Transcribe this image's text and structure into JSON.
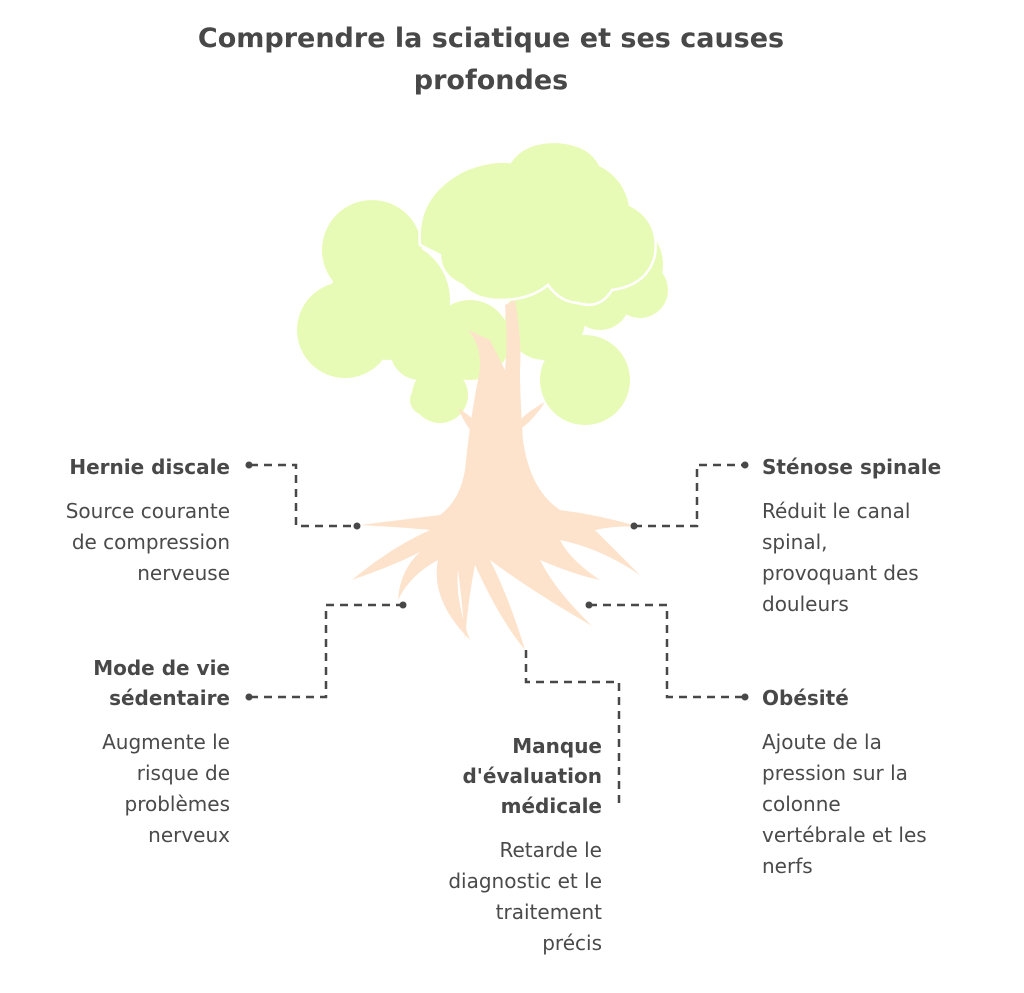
{
  "title": {
    "line1": "Comprendre la sciatique et ses causes",
    "line2": "profondes"
  },
  "colors": {
    "text": "#484848",
    "foliage": "#e8fbb6",
    "trunk": "#fde3cc",
    "connector": "#484848",
    "background": "#ffffff"
  },
  "icons": {
    "tree": "tree-illustration"
  },
  "causes": [
    {
      "id": "hernie",
      "heading": "Hernie discale",
      "description": [
        "Source courante",
        "de compression",
        "nerveuse"
      ]
    },
    {
      "id": "stenose",
      "heading": "Sténose spinale",
      "description": [
        "Réduit le canal",
        "spinal,",
        "provoquant des",
        "douleurs"
      ]
    },
    {
      "id": "sedentaire",
      "heading": [
        "Mode de vie",
        "sédentaire"
      ],
      "description": [
        "Augmente le",
        "risque de",
        "problèmes",
        "nerveux"
      ]
    },
    {
      "id": "evaluation",
      "heading": [
        "Manque",
        "d'évaluation",
        "médicale"
      ],
      "description": [
        "Retarde le",
        "diagnostic et le",
        "traitement",
        "précis"
      ]
    },
    {
      "id": "obesite",
      "heading": "Obésité",
      "description": [
        "Ajoute de la",
        "pression sur la",
        "colonne",
        "vertébrale et les",
        "nerfs"
      ]
    }
  ]
}
